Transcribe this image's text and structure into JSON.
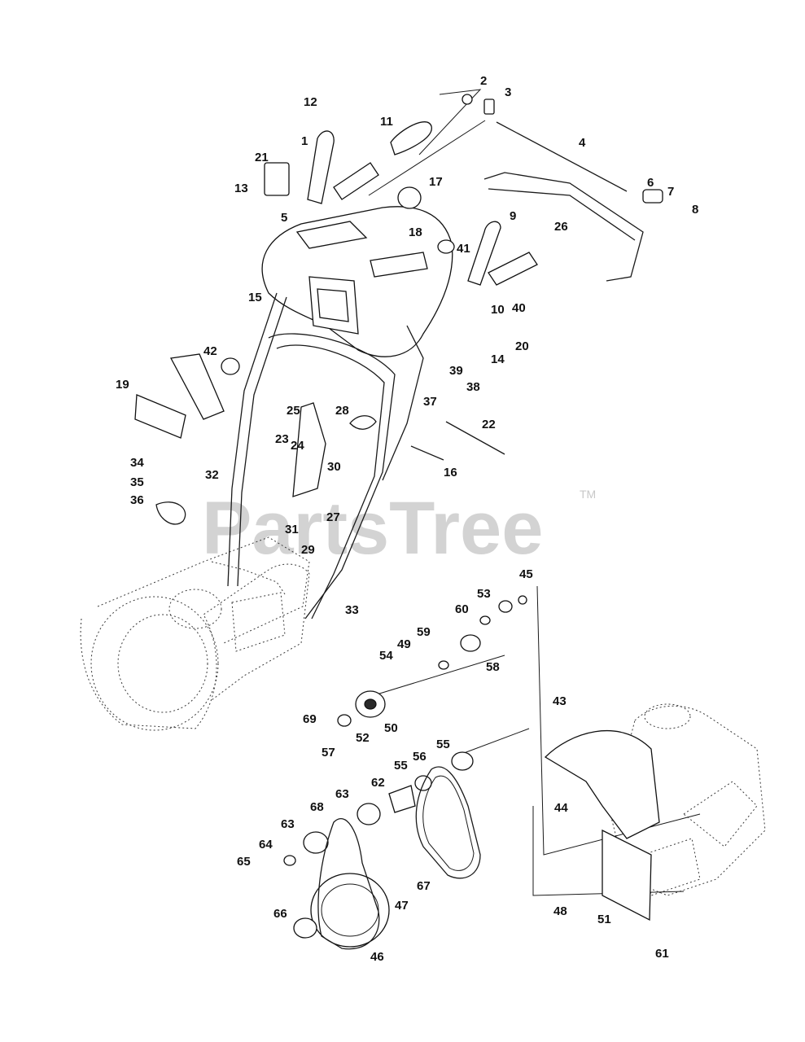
{
  "watermark": {
    "text": "PartsTree",
    "trademark": "TM"
  },
  "callouts": [
    "1",
    "2",
    "3",
    "4",
    "5",
    "6",
    "7",
    "8",
    "9",
    "10",
    "11",
    "12",
    "13",
    "14",
    "15",
    "16",
    "17",
    "18",
    "19",
    "20",
    "21",
    "22",
    "23",
    "24",
    "25",
    "26",
    "27",
    "28",
    "29",
    "30",
    "31",
    "32",
    "33",
    "34",
    "35",
    "36",
    "37",
    "38",
    "39",
    "40",
    "41",
    "42",
    "43",
    "44",
    "45",
    "46",
    "47",
    "48",
    "49",
    "50",
    "51",
    "52",
    "53",
    "54",
    "55",
    "55",
    "56",
    "57",
    "58",
    "59",
    "60",
    "61",
    "62",
    "63",
    "63",
    "64",
    "65",
    "66",
    "67",
    "68",
    "69"
  ]
}
